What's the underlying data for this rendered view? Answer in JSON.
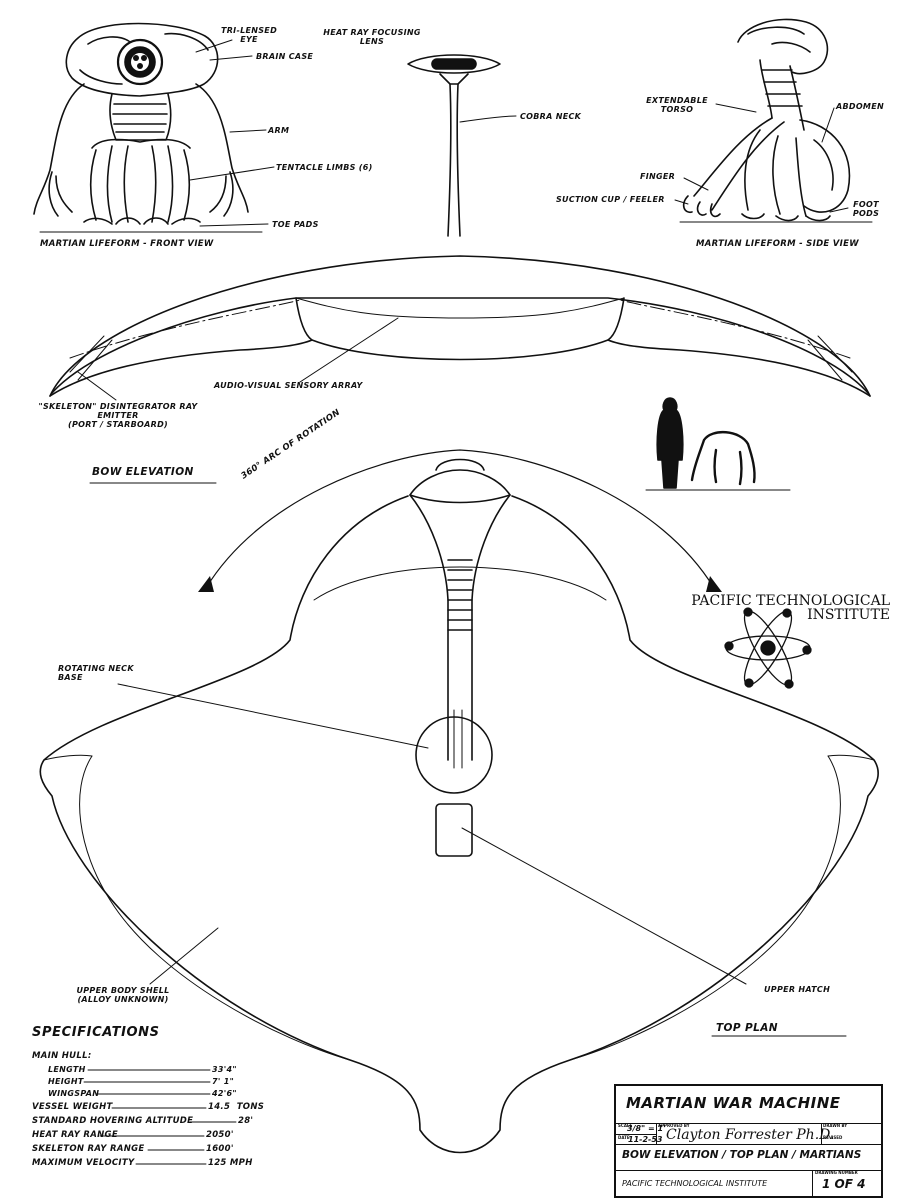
{
  "labels": {
    "tri_lensed_eye": "TRI-LENSED\nEYE",
    "brain_case": "BRAIN CASE",
    "arm": "ARM",
    "tentacle_limbs": "TENTACLE LIMBS (6)",
    "toe_pads": "TOE PADS",
    "front_view": "MARTIAN LIFEFORM - FRONT VIEW",
    "heat_ray_lens": "HEAT RAY FOCUSING\nLENS",
    "cobra_neck": "COBRA NECK",
    "extendable_torso": "EXTENDABLE\nTORSO",
    "abdomen": "ABDOMEN",
    "finger": "FINGER",
    "suction_cup": "SUCTION CUP / FEELER",
    "foot_pods": "FOOT\nPODS",
    "side_view": "MARTIAN LIFEFORM - SIDE VIEW",
    "audio_visual": "AUDIO-VISUAL SENSORY ARRAY",
    "skeleton_emitter": "\"SKELETON\" DISINTEGRATOR RAY\nEMITTER\n(PORT / STARBOARD)",
    "bow_elevation": "BOW ELEVATION",
    "arc_rotation": "360° ARC OF ROTATION",
    "rotating_neck": "ROTATING NECK\nBASE",
    "upper_body_shell": "UPPER BODY SHELL\n(ALLOY UNKNOWN)",
    "upper_hatch": "UPPER HATCH",
    "top_plan": "TOP PLAN"
  },
  "institute": "PACIFIC TECHNOLOGICAL\nINSTITUTE",
  "specs": {
    "title": "SPECIFICATIONS",
    "main_hull": "MAIN HULL:",
    "rows": [
      {
        "label": "LENGTH",
        "value": "33'4\""
      },
      {
        "label": "HEIGHT",
        "value": "7' 1\""
      },
      {
        "label": "WINGSPAN",
        "value": "42'6\""
      },
      {
        "label": "VESSEL WEIGHT",
        "value": "14.5  TONS"
      },
      {
        "label": "STANDARD HOVERING ALTITUDE",
        "value": "28'"
      },
      {
        "label": "HEAT RAY RANGE",
        "value": "2050'"
      },
      {
        "label": "SKELETON RAY RANGE",
        "value": "1600'"
      },
      {
        "label": "MAXIMUM VELOCITY",
        "value": "125 MPH"
      }
    ]
  },
  "title_block": {
    "title": "MARTIAN WAR MACHINE",
    "scale_label": "SCALE",
    "scale": "3/8\" = 1'",
    "approved_label": "APPROVED BY",
    "date_label": "DATE",
    "date": "11-2-53",
    "signature": "Clayton Forrester Ph.D.",
    "drawn_label": "DRAWN BY",
    "revised_label": "REVISED",
    "subtitle": "BOW ELEVATION / TOP PLAN / MARTIANS",
    "institute": "PACIFIC TECHNOLOGICAL INSTITUTE",
    "drawing_number_label": "DRAWING NUMBER",
    "drawing_number": "1 OF 4"
  }
}
